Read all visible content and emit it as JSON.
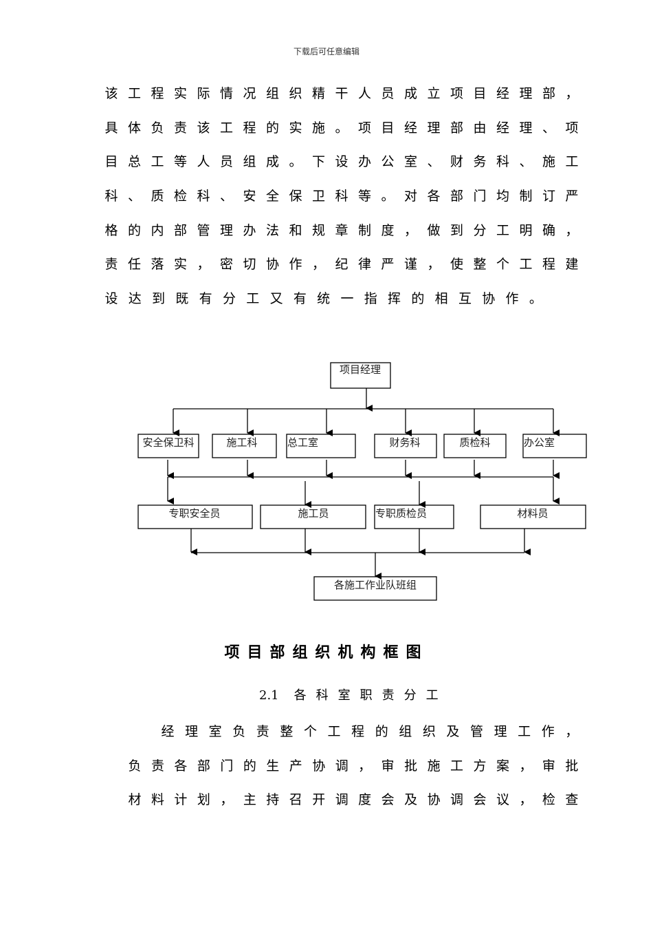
{
  "header_note": "下载后可任意编辑",
  "paragraph1": {
    "lines": [
      "该工程实际情况组织精干人员成立项目经理部，",
      "具体负责该工程的实施。项目经理部由经理、项",
      "目总工等人员组成。下设办公室、财务科、施工",
      "科、质检科、安全保卫科等。对各部门均制订严",
      "格的内部管理办法和规章制度，做到分工明确，",
      "责任落实，密切协作，纪律严谨，使整个工程建",
      "设达到既有分工又有统一指挥的相互协作。"
    ]
  },
  "org_chart": {
    "root": "项目经理",
    "departments": [
      "安全保卫科",
      "施工科",
      "总工室",
      "财务科",
      "质检科",
      "办公室"
    ],
    "staff": [
      "专职安全员",
      "施工员",
      "专职质检员",
      "材料员"
    ],
    "bottom": "各施工作业队班组"
  },
  "chart_title": "项目部组织机构框图",
  "section": {
    "number": "2.1",
    "title": "各科室职责分工"
  },
  "paragraph2": {
    "lines": [
      "经理室负责整个工程的组织及管理工作，",
      "负责各部门的生产协调，审批施工方案，审批",
      "材料计划，主持召开调度会及协调会议，检查"
    ]
  }
}
